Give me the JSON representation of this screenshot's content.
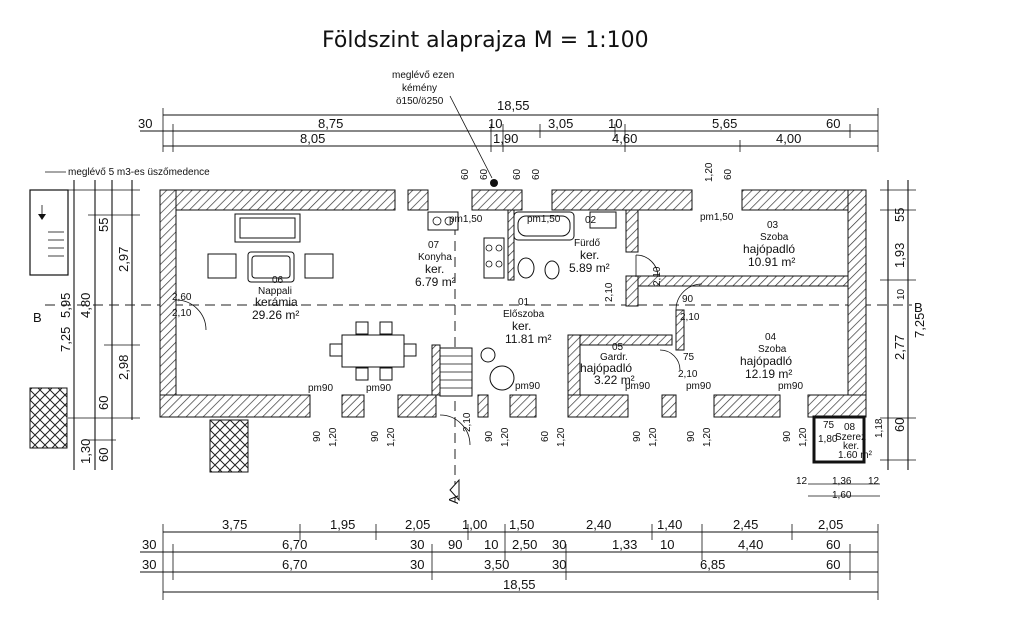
{
  "title": "Földszint alaprajza M = 1:100",
  "notes": {
    "chimney": [
      "meglévő ezen",
      "kémény",
      "ö150/ö250"
    ],
    "tank": "meglévő 5 m3-es üszőmedence"
  },
  "section_marks": {
    "b_left": "B",
    "b_right": "B",
    "a": "A"
  },
  "rooms": {
    "r01": {
      "num": "01",
      "name": "Előszoba",
      "floor": "ker.",
      "area": "11.81 m²"
    },
    "r02": {
      "num": "02",
      "name": "Fürdő",
      "floor": "ker.",
      "area": "5.89 m²"
    },
    "r03": {
      "num": "03",
      "name": "Szoba",
      "floor": "hajópadló",
      "area": "10.91 m²"
    },
    "r04": {
      "num": "04",
      "name": "Szoba",
      "floor": "hajópadló",
      "area": "12.19 m²"
    },
    "r05": {
      "num": "05",
      "name": "Gardr.",
      "floor": "hajópadló",
      "area": "3.22 m²"
    },
    "r06": {
      "num": "06",
      "name": "Nappali",
      "floor": "kerámia",
      "area": "29.26 m²"
    },
    "r07": {
      "num": "07",
      "name": "Konyha",
      "floor": "ker.",
      "area": "6.79 m²"
    },
    "r08": {
      "num": "08",
      "name": "Szerez",
      "floor": "ker.",
      "area": "1.60 m²"
    }
  },
  "top_dims": {
    "overall": "18,55",
    "row2": [
      "30",
      "8,75",
      "10",
      "3,05",
      "10",
      "5,65",
      "60"
    ],
    "row3": [
      "8,05",
      "1,90",
      "4,60",
      "4,00"
    ]
  },
  "bottom_dims": {
    "row1": [
      "3,75",
      "1,95",
      "2,05",
      "1,00",
      "1,50",
      "2,40",
      "1,40",
      "2,45",
      "2,05"
    ],
    "row2": [
      "30",
      "6,70",
      "30",
      "90",
      "10",
      "2,50",
      "30",
      "1,33",
      "10",
      "4,40",
      "60"
    ],
    "row3": [
      "30",
      "6,70",
      "30",
      "3,50",
      "30",
      "6,85",
      "60"
    ],
    "overall": "18,55"
  },
  "left_dims": [
    "55",
    "2,97",
    "5,95",
    "4,80",
    "7,25",
    "2,98",
    "60",
    "1,30",
    "60"
  ],
  "right_dims": [
    "55",
    "1,93",
    "10",
    "7,25",
    "2,77",
    "60",
    "1,18"
  ],
  "small_dims": {
    "opening_labels": [
      "60",
      "60",
      "60",
      "60",
      "1,20",
      "60",
      "90",
      "1,20",
      "90",
      "1,20",
      "90",
      "1,20",
      "60",
      "1,20",
      "90",
      "1,20",
      "90",
      "1,20",
      "90",
      "1,20"
    ],
    "door_labels": [
      "2,60",
      "2,10",
      "2,10",
      "2,10",
      "2,10",
      "75",
      "2,10",
      "90",
      "2,10"
    ],
    "parapets": [
      "pm1,50",
      "pm1,50",
      "pm1,50",
      "pm90",
      "pm90",
      "pm90",
      "pm90",
      "pm90",
      "pm90"
    ],
    "wc_box": [
      "75",
      "1,80"
    ],
    "bottom_right": [
      "12",
      "1,36",
      "12",
      "1,60"
    ]
  }
}
